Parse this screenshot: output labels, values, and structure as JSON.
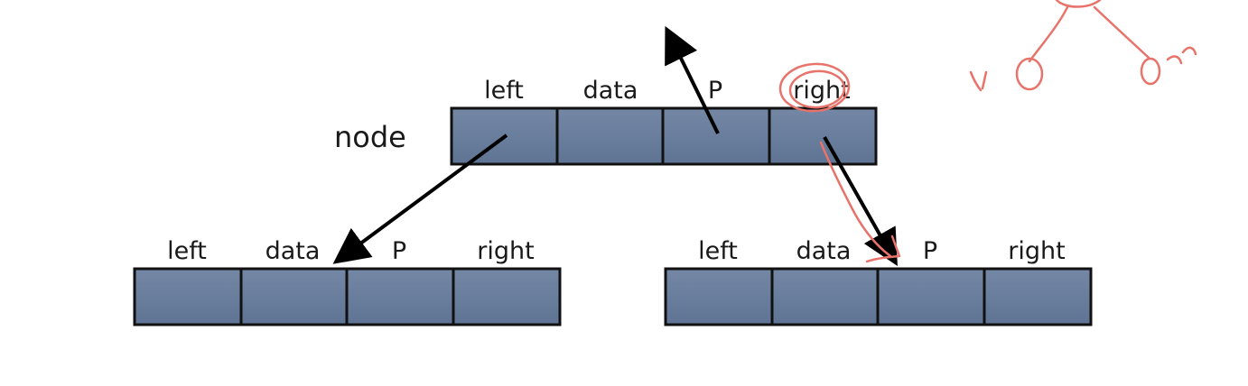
{
  "node_label": "node",
  "field_labels": [
    "left",
    "data",
    "P",
    "right"
  ],
  "colors": {
    "cell_fill": "#6b7f9e",
    "cell_stroke": "#111111",
    "arrow": "#000000",
    "annotation_ink": "#e8736a"
  }
}
